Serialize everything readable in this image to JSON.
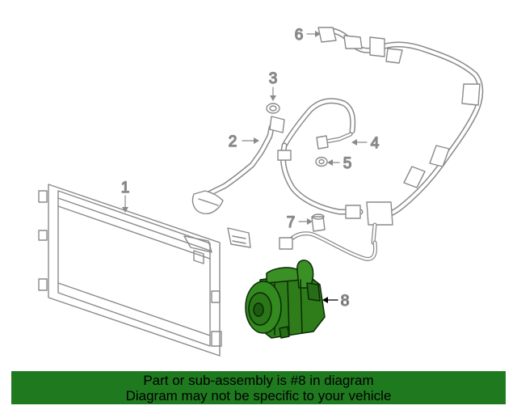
{
  "diagram": {
    "callouts": [
      {
        "number": "1"
      },
      {
        "number": "2"
      },
      {
        "number": "3"
      },
      {
        "number": "4"
      },
      {
        "number": "5"
      },
      {
        "number": "6"
      },
      {
        "number": "7"
      },
      {
        "number": "8",
        "highlighted": true
      }
    ],
    "colors": {
      "line_art": "#8a8a8a",
      "highlight_part": "#2e7d1a",
      "highlight_outline": "#0b2a06",
      "banner": "#1f7a1f"
    }
  },
  "banner": {
    "line1": "Part or sub-assembly is #8 in diagram",
    "line2": "Diagram may not be specific to your vehicle"
  }
}
